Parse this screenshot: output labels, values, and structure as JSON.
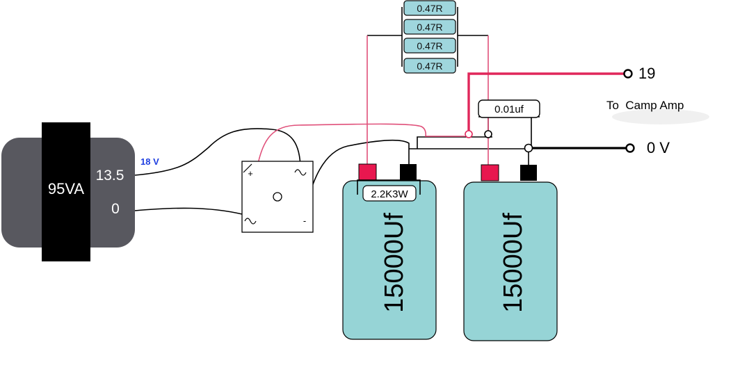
{
  "transformer": {
    "rating": "95VA",
    "tap_high": "13.5",
    "tap_low": "0",
    "voltage_note": "18 V"
  },
  "rectifier": {
    "plus_mark": "+",
    "minus_mark": "-"
  },
  "resistors": [
    "0.47R",
    "0.47R",
    "0.47R",
    "0.47R"
  ],
  "bleeder_resistor": "2.2K3W",
  "small_cap": "0.01uf",
  "capacitors": [
    "15000Uf",
    "15000Uf"
  ],
  "output": {
    "positive": "19",
    "ground": "0 V",
    "destination": "To  Camp Amp"
  },
  "colors": {
    "transformer_body": "#58585f",
    "transformer_core": "#000000",
    "capacitor": "#96d4d6",
    "resistor": "#9fd6dd",
    "positive_wire": "#e0275a",
    "terminal_positive": "#e8174f",
    "terminal_negative": "#000000",
    "label_blue": "#1f3fe0"
  }
}
